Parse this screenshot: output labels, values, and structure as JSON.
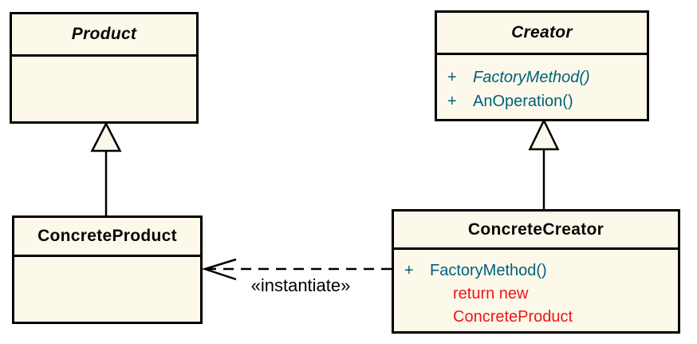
{
  "colors": {
    "box_fill": "#FCF8EA",
    "border": "#000000",
    "operation_text": "#00617A",
    "annotation_red": "#EE1515",
    "title_text": "#070707"
  },
  "classes": {
    "product": {
      "name": "Product",
      "abstract": true,
      "members": []
    },
    "creator": {
      "name": "Creator",
      "abstract": true,
      "members": [
        {
          "visibility": "+",
          "label": "FactoryMethod()",
          "style": "italic"
        },
        {
          "visibility": "+",
          "label": "AnOperation()",
          "style": "normal"
        }
      ]
    },
    "concrete_product": {
      "name": "ConcreteProduct",
      "abstract": false,
      "members": []
    },
    "concrete_creator": {
      "name": "ConcreteCreator",
      "abstract": false,
      "members": [
        {
          "visibility": "+",
          "label": "FactoryMethod()",
          "style": "normal"
        }
      ],
      "code_note": [
        "return new",
        "ConcreteProduct"
      ]
    }
  },
  "relations": {
    "generalizations": [
      {
        "from": "ConcreteProduct",
        "to": "Product"
      },
      {
        "from": "ConcreteCreator",
        "to": "Creator"
      }
    ],
    "dependency": {
      "from": "ConcreteCreator",
      "to": "ConcreteProduct",
      "stereotype": "«instantiate»",
      "line_style": "dashed"
    }
  }
}
